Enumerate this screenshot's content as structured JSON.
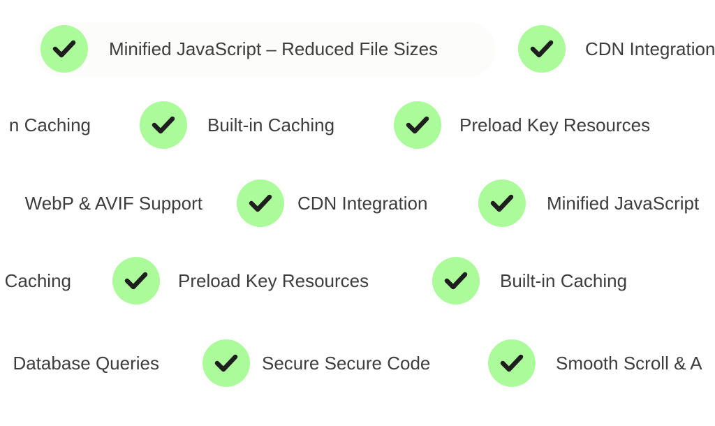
{
  "accent_color": "#abfb9b",
  "rows": [
    {
      "items": [
        {
          "label": "Minified JavaScript – Reduced File Sizes",
          "icon": "check-icon"
        },
        {
          "label": "CDN Integration",
          "icon": "check-icon"
        }
      ]
    },
    {
      "lead": "n Caching",
      "items": [
        {
          "label": "Built-in Caching",
          "icon": "check-icon"
        },
        {
          "label": "Preload Key Resources",
          "icon": "check-icon"
        }
      ]
    },
    {
      "lead": "WebP & AVIF Support",
      "items": [
        {
          "label": "CDN Integration",
          "icon": "check-icon"
        },
        {
          "label": "Minified JavaScript",
          "icon": "check-icon"
        }
      ]
    },
    {
      "lead": "Caching",
      "items": [
        {
          "label": "Preload Key Resources",
          "icon": "check-icon"
        },
        {
          "label": "Built-in Caching",
          "icon": "check-icon"
        }
      ]
    },
    {
      "lead": "Database Queries",
      "items": [
        {
          "label": "Secure Secure Code",
          "icon": "check-icon"
        },
        {
          "label": "Smooth Scroll & A",
          "icon": "check-icon"
        }
      ]
    }
  ]
}
